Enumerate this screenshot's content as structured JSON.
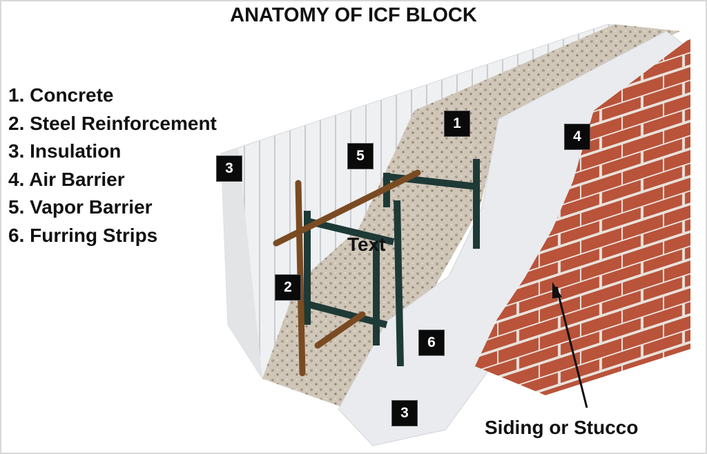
{
  "title": "ANATOMY OF ICF BLOCK",
  "legend": [
    "1. Concrete",
    "2. Steel Reinforcement",
    "3. Insulation",
    "4. Air Barrier",
    "5. Vapor Barrier",
    "6. Furring Strips"
  ],
  "badges": {
    "b1": "1",
    "b2": "2",
    "b3a": "3",
    "b3b": "3",
    "b4": "4",
    "b5": "5",
    "b6": "6"
  },
  "overlay_text": "Text",
  "callout": "Siding or Stucco"
}
